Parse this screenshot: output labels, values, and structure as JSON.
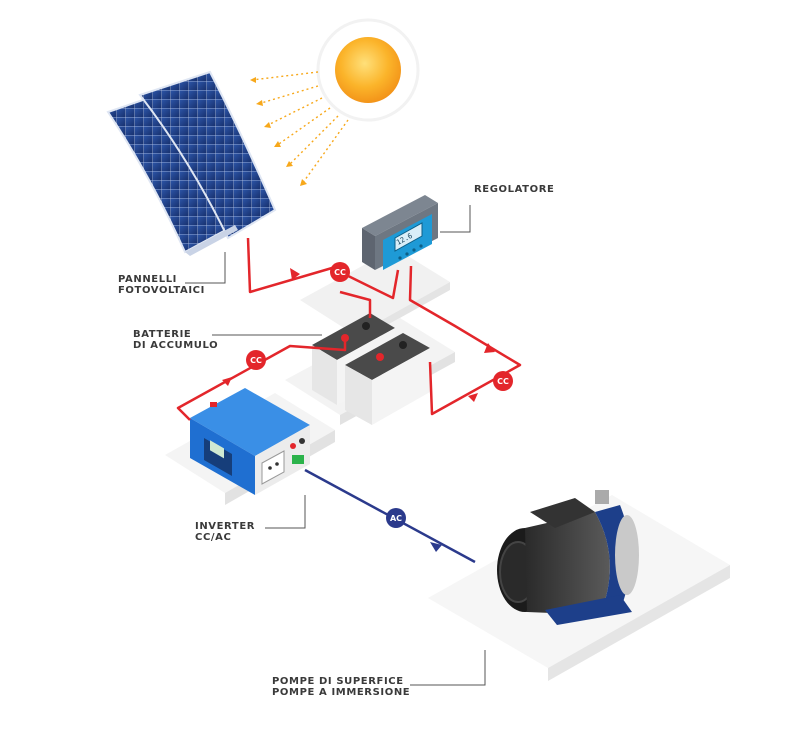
{
  "labels": {
    "panels": [
      "PANNELLI",
      "FOTOVOLTAICI"
    ],
    "regulator": [
      "REGOLATORE"
    ],
    "batteries": [
      "BATTERIE",
      "DI ACCUMULO"
    ],
    "inverter": [
      "INVERTER",
      "CC/AC"
    ],
    "pumps": [
      "POMPE DI SUPERFICE",
      "POMPE A IMMERSIONE"
    ]
  },
  "badges": {
    "dc": "CC",
    "ac": "AC"
  },
  "display": {
    "regulator_reading": "12.6"
  },
  "colors": {
    "dc_wire": "#e3262b",
    "ac_wire": "#2b3a8c",
    "sun": "#f7a81b",
    "inverter": "#1f6fd1",
    "regulator": "#1e9ad6",
    "pump": "#1d3f8a"
  }
}
